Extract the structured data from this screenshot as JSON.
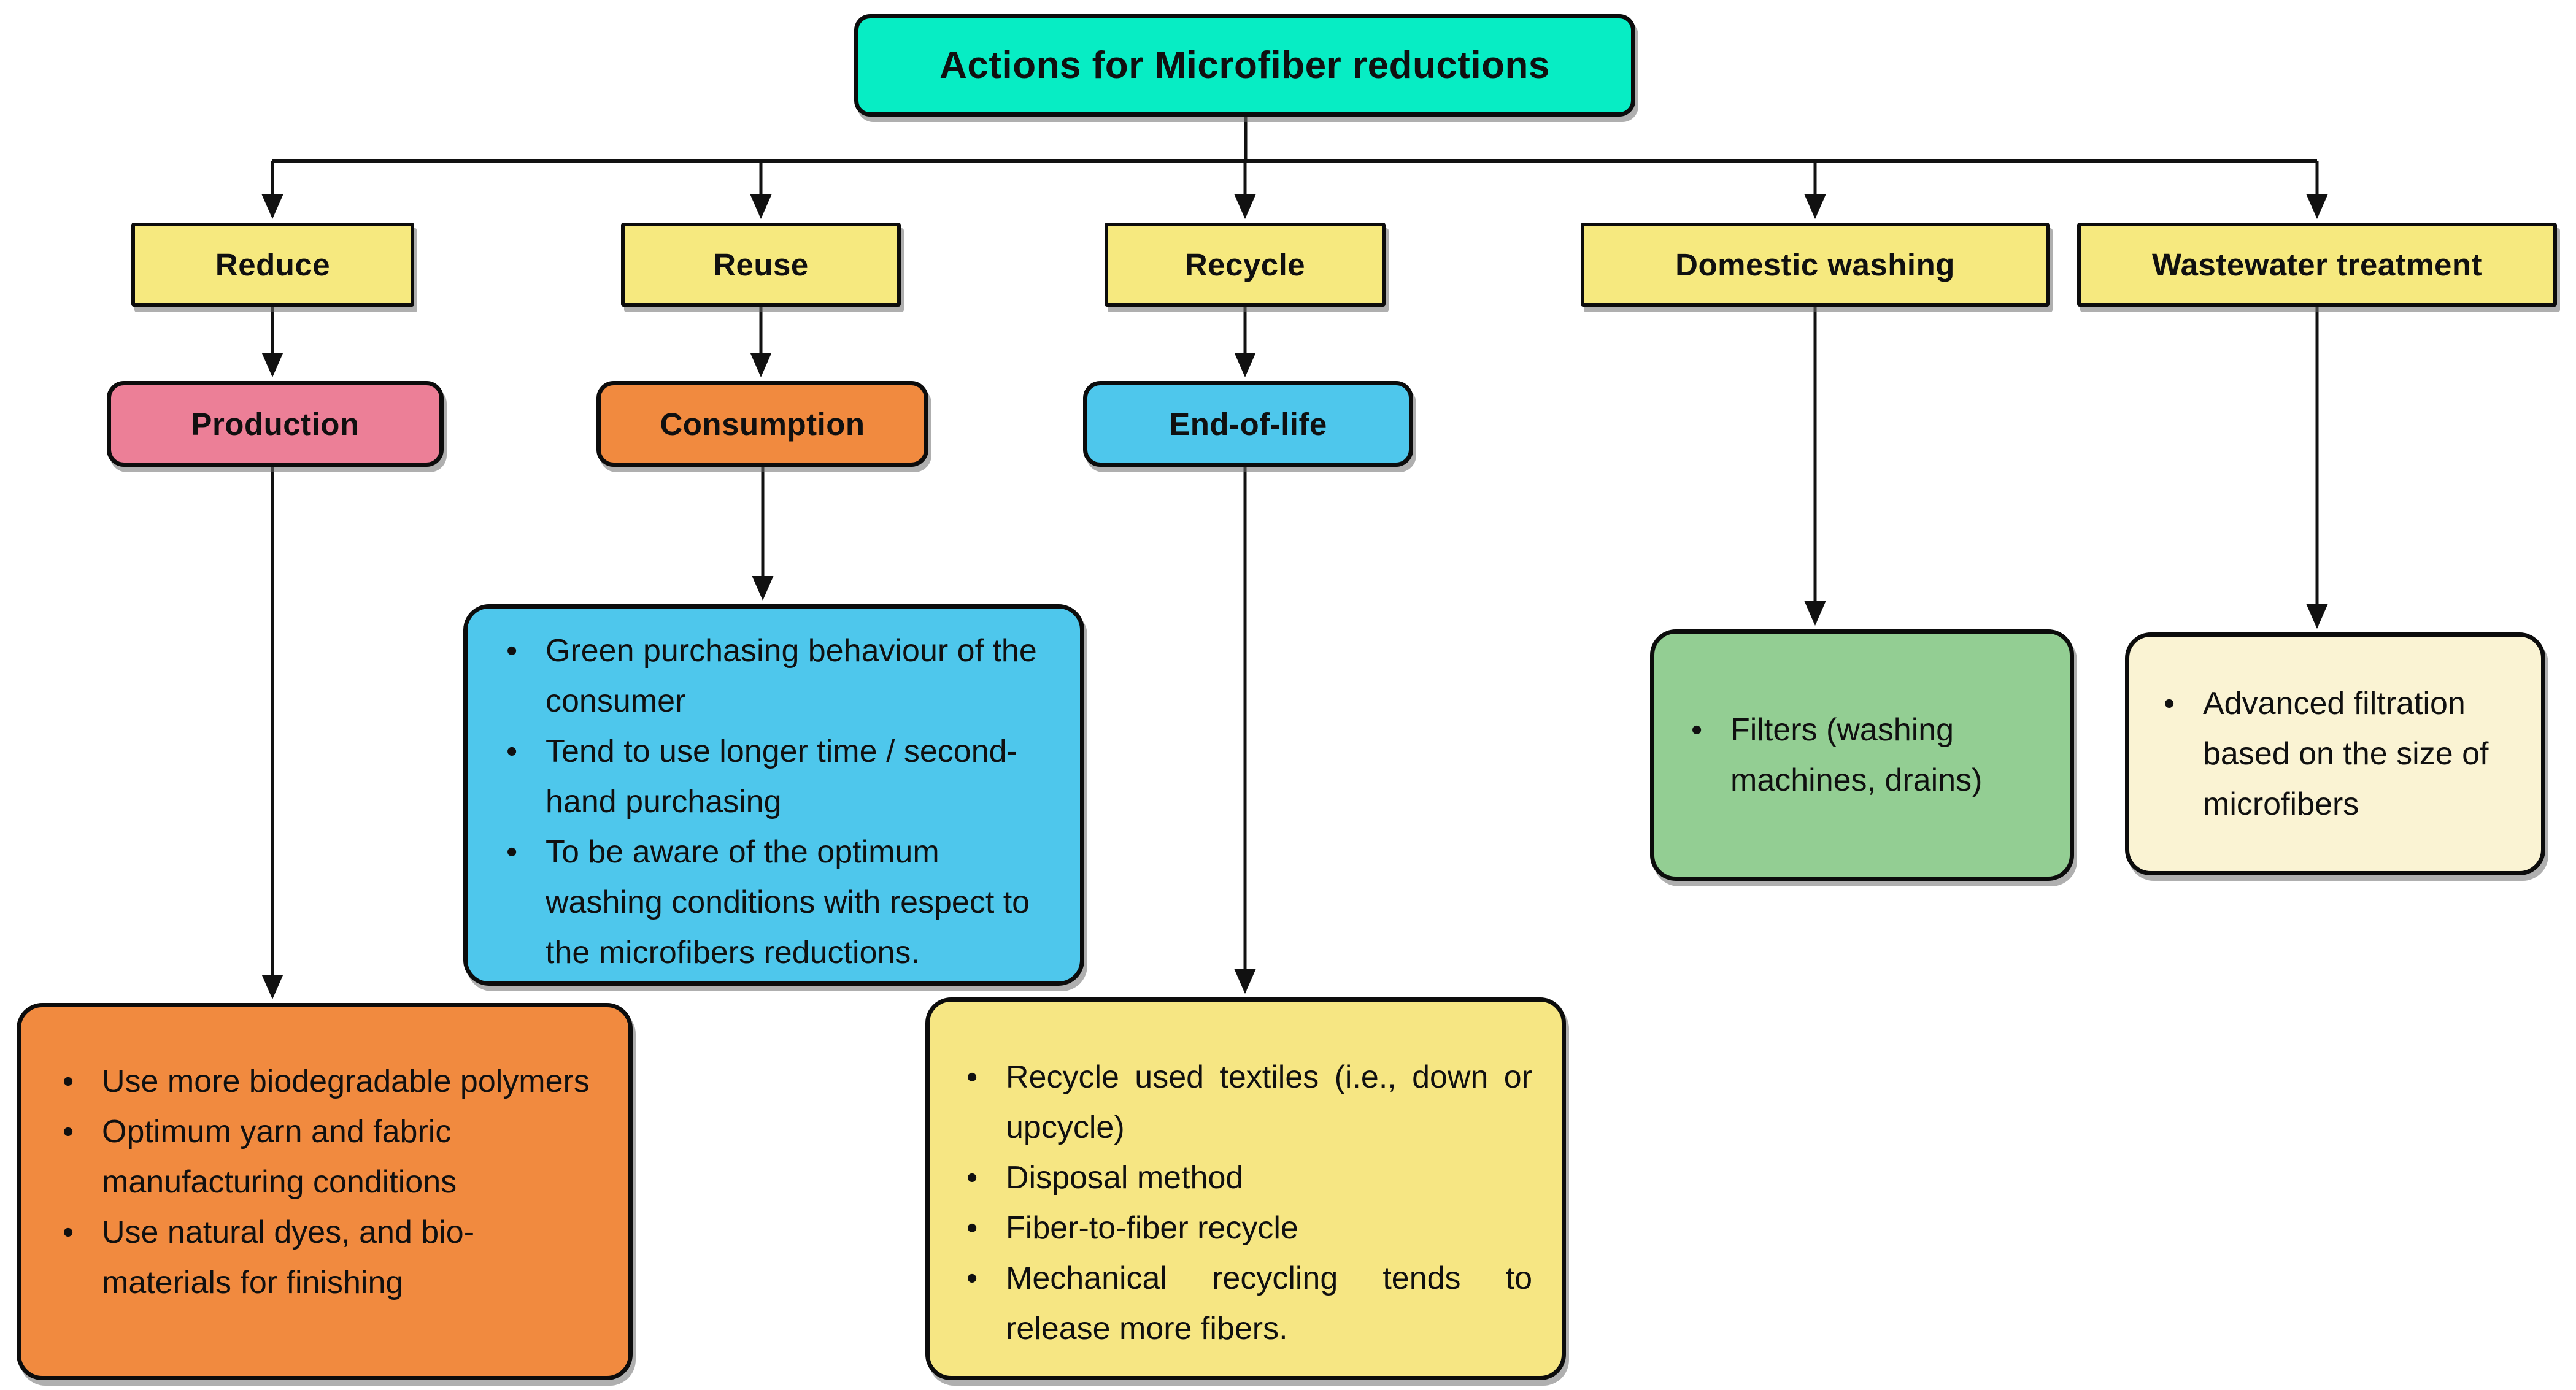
{
  "root": {
    "label": "Actions for Microfiber reductions"
  },
  "branches": {
    "reduce": {
      "label": "Reduce"
    },
    "reuse": {
      "label": "Reuse"
    },
    "recycle": {
      "label": "Recycle"
    },
    "domestic_washing": {
      "label": "Domestic washing"
    },
    "wastewater_treatment": {
      "label": "Wastewater treatment"
    }
  },
  "stages": {
    "production": {
      "label": "Production"
    },
    "consumption": {
      "label": "Consumption"
    },
    "end_of_life": {
      "label": "End-of-life"
    }
  },
  "details": {
    "production": {
      "bullets": [
        "Use more biodegradable polymers",
        "Optimum yarn and fabric manufacturing conditions",
        "Use natural dyes, and bio-materials for finishing"
      ]
    },
    "consumption": {
      "bullets": [
        "Green purchasing behaviour of the consumer",
        "Tend to use longer time / second-hand purchasing",
        "To be aware of the optimum washing conditions with respect to the microfibers reductions."
      ]
    },
    "end_of_life": {
      "bullets": [
        "Recycle used textiles (i.e., down or upcycle)",
        "Disposal method",
        "Fiber-to-fiber recycle",
        "Mechanical recycling tends to release more fibers."
      ]
    },
    "domestic_washing": {
      "bullets": [
        "Filters (washing machines, drains)"
      ]
    },
    "wastewater_treatment": {
      "bullets": [
        "Advanced filtration based on the size of microfibers"
      ]
    }
  },
  "colors": {
    "teal": "#07edc4",
    "yellow": "#f6e97f",
    "yellow_leaf": "#f6e683",
    "pink": "#ec7f97",
    "orange": "#f18a3f",
    "blue": "#4ec7ec",
    "green": "#93ce93",
    "cream": "#faf3d3",
    "line": "#111111",
    "border": "#0c0c0c"
  }
}
